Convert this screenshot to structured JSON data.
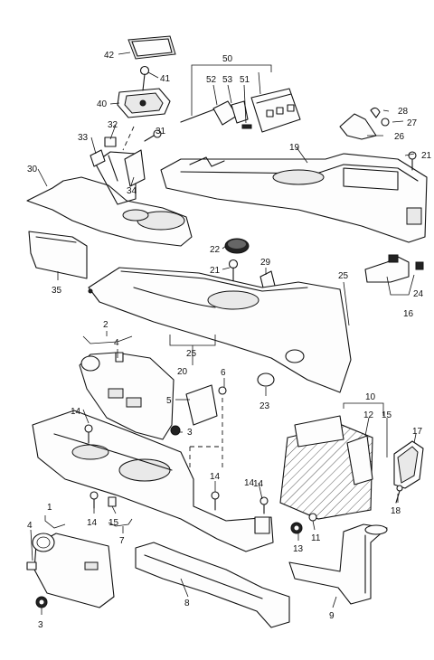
{
  "callouts": {
    "n1": "1",
    "n2": "2",
    "n3a": "3",
    "n3b": "3",
    "n4a": "4",
    "n4b": "4",
    "n5": "5",
    "n6": "6",
    "n7": "7",
    "n8": "8",
    "n9": "9",
    "n10": "10",
    "n11": "11",
    "n12": "12",
    "n13": "13",
    "n14a": "14",
    "n14b": "14",
    "n14c": "14",
    "n14d": "14",
    "n14e": "14",
    "n15a": "15",
    "n15b": "15",
    "n16": "16",
    "n17": "17",
    "n18": "18",
    "n19": "19",
    "n20": "20",
    "n21a": "21",
    "n21b": "21",
    "n22": "22",
    "n23": "23",
    "n24": "24",
    "n25a": "25",
    "n25b": "25",
    "n26": "26",
    "n27": "27",
    "n28": "28",
    "n29": "29",
    "n30": "30",
    "n31": "31",
    "n32": "32",
    "n33": "33",
    "n34": "34",
    "n35": "35",
    "n40": "40",
    "n41": "41",
    "n42": "42",
    "n50": "50",
    "n51": "51",
    "n52": "52",
    "n53": "53"
  }
}
